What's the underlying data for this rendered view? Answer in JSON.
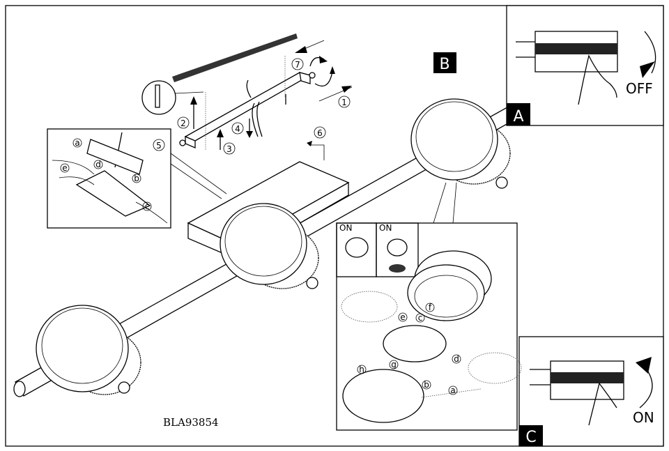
{
  "panels": {
    "a_label": "A",
    "b_label": "B",
    "c_label": "C",
    "off_text": "OFF",
    "on_text": "ON"
  },
  "steps": [
    "1",
    "2",
    "3",
    "4",
    "5",
    "6",
    "7"
  ],
  "parts": [
    "a",
    "b",
    "c",
    "d",
    "e",
    "f",
    "g",
    "h"
  ],
  "detail": {
    "on_label_1": "ON",
    "on_label_2": "ON"
  },
  "model_code": "BLA93854"
}
